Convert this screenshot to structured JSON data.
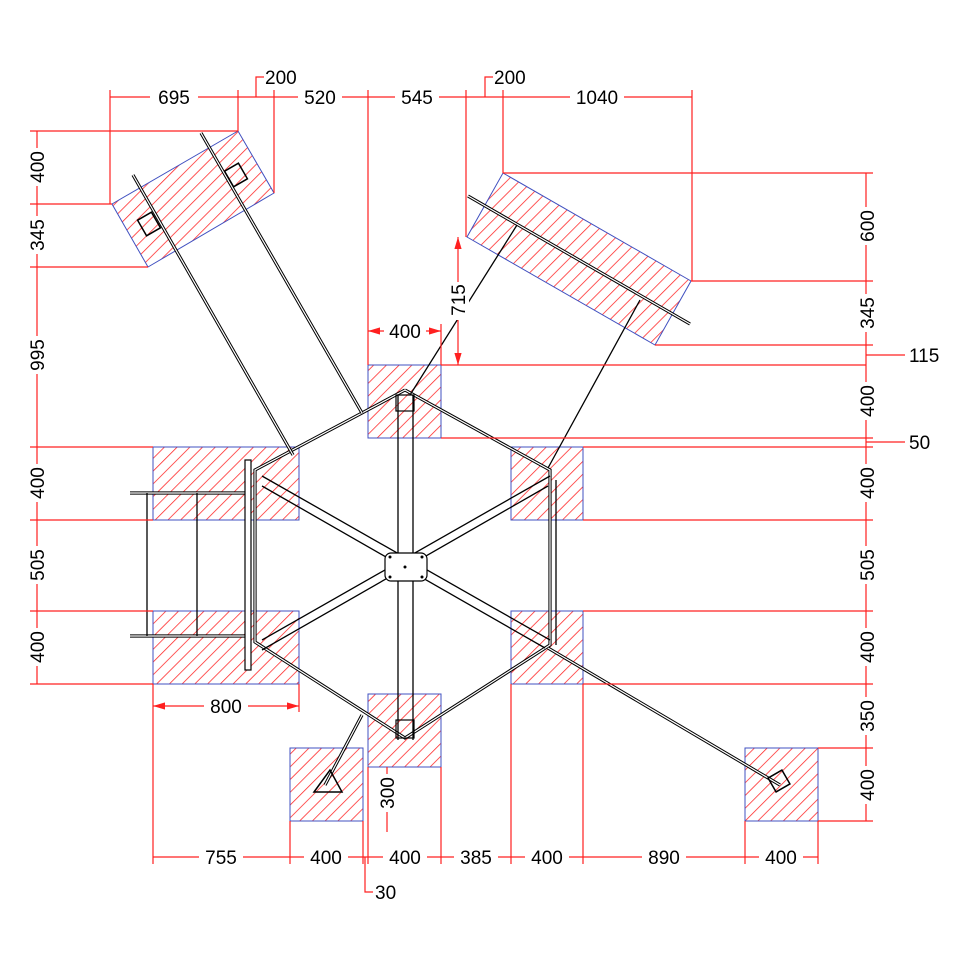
{
  "drawing": {
    "colors": {
      "dimension": "#ff2020",
      "hatch": "#ff2020",
      "outline": "#4050c0",
      "structure": "#000000"
    },
    "dims": {
      "top_695": "695",
      "top_200a": "200",
      "top_520": "520",
      "top_545": "545",
      "top_200b": "200",
      "top_1040": "1040",
      "mid_400": "400",
      "mid_715": "715",
      "left_400a": "400",
      "left_345": "345",
      "left_995": "995",
      "left_400b": "400",
      "left_505": "505",
      "left_400c": "400",
      "w_800": "800",
      "right_600": "600",
      "right_345": "345",
      "right_115": "115",
      "right_400a": "400",
      "right_50": "50",
      "right_400b": "400",
      "right_505": "505",
      "right_400c": "400",
      "right_350": "350",
      "right_400d": "400",
      "v_300": "300",
      "bot_755": "755",
      "bot_400a": "400",
      "bot_400b": "400",
      "bot_385": "385",
      "bot_400c": "400",
      "bot_890": "890",
      "bot_400d": "400",
      "bot_30": "30"
    }
  }
}
